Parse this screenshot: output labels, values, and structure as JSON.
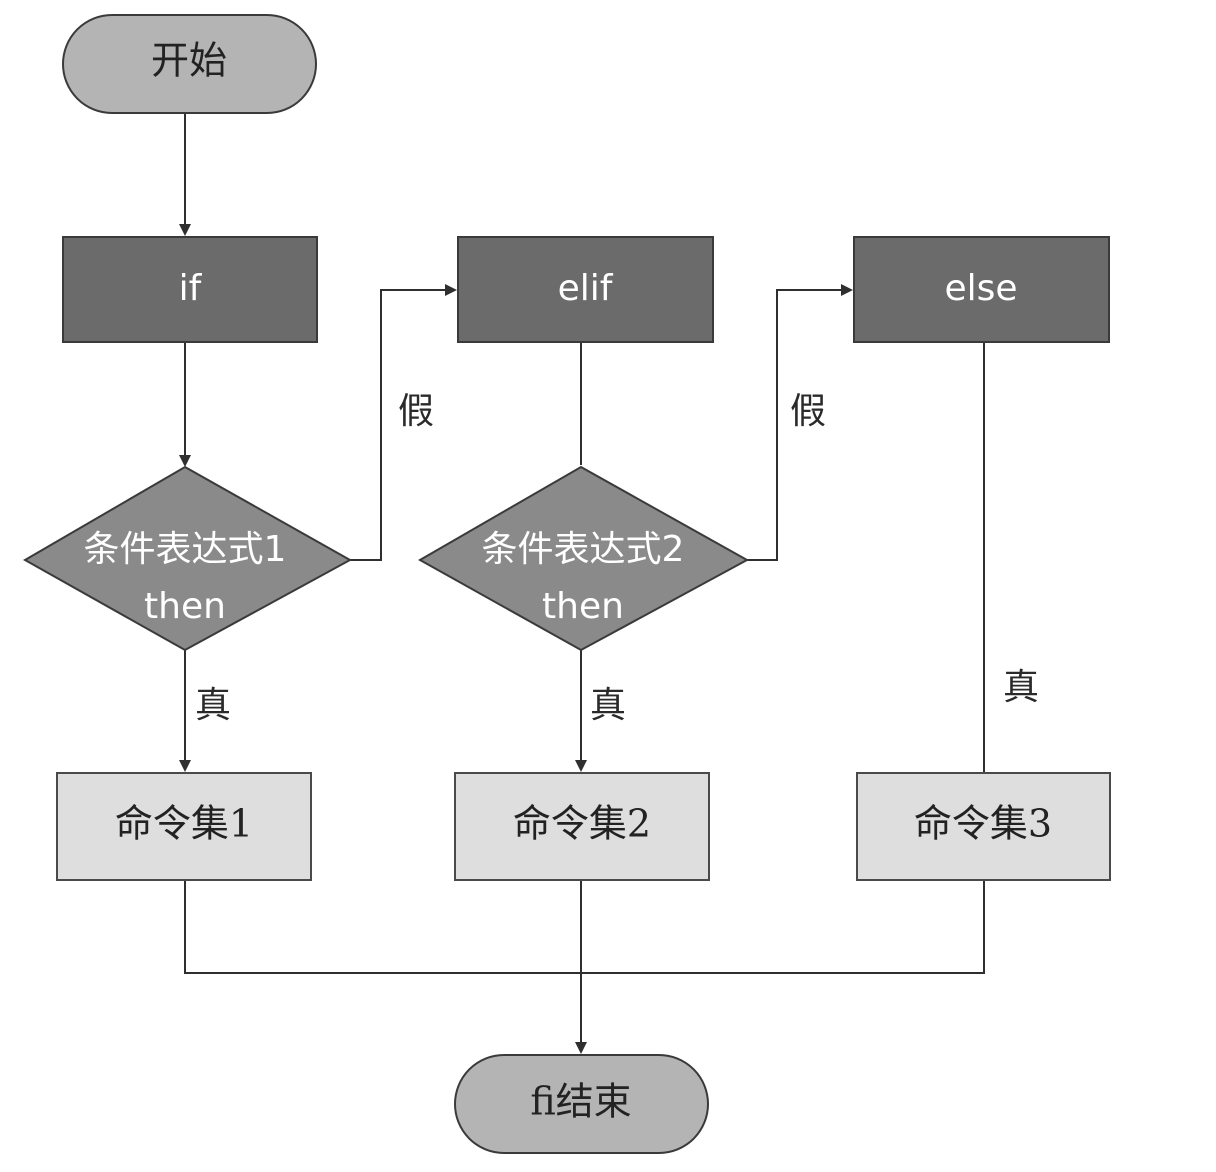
{
  "nodes": {
    "start": {
      "label": "开始"
    },
    "if": {
      "label": "if"
    },
    "elif": {
      "label": "elif"
    },
    "else": {
      "label": "else"
    },
    "condition1": {
      "line1": "条件表达式1",
      "line2": "then"
    },
    "condition2": {
      "line1": "条件表达式2",
      "line2": "then"
    },
    "command1": {
      "label": "命令集1"
    },
    "command2": {
      "label": "命令集2"
    },
    "command3": {
      "label": "命令集3"
    },
    "end": {
      "label": "fi结束"
    }
  },
  "edges": {
    "false_label_1": "假",
    "false_label_2": "假",
    "true_label_1": "真",
    "true_label_2": "真",
    "true_label_3": "真"
  }
}
